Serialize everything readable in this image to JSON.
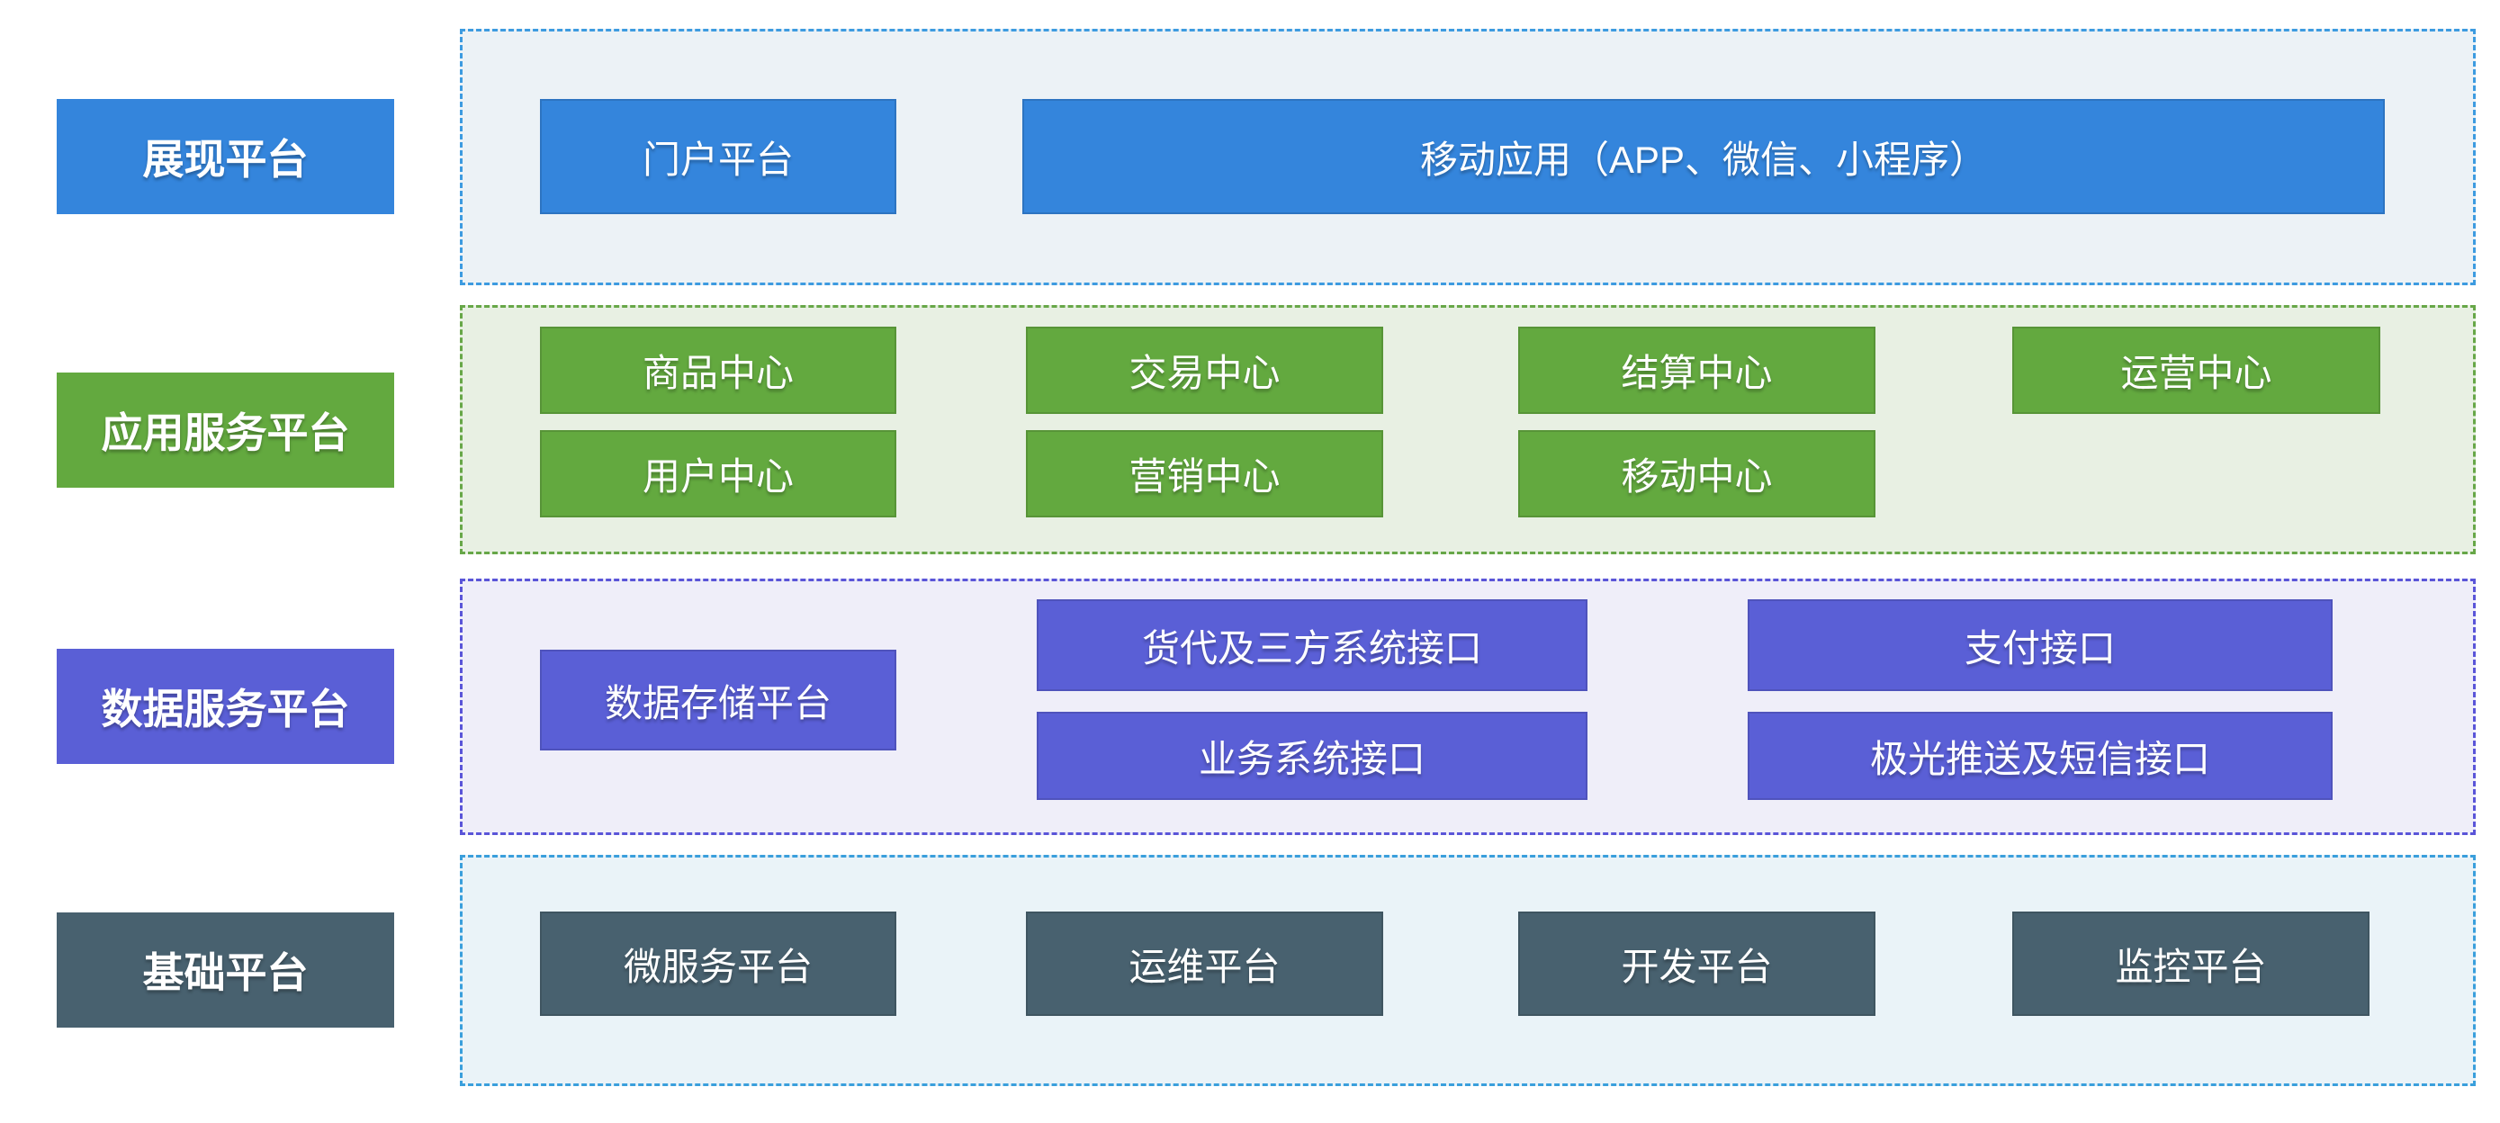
{
  "colors": {
    "blue": "#3485DC",
    "green": "#63A93F",
    "purple": "#5A5FD6",
    "slate": "#48616F",
    "c1_bg": "#ECF2F6",
    "c1_border": "#3D9BE0",
    "c2_bg": "#E8F0E3",
    "c2_border": "#67A748",
    "c3_bg": "#EFEEF9",
    "c3_border": "#5A55D8",
    "c4_bg": "#EAF3F8",
    "c4_border": "#3A9FDC"
  },
  "layers": {
    "presentation": {
      "label": "展现平台",
      "portal": "门户平台",
      "mobile_app": "移动应用（APP、微信、小程序）"
    },
    "application": {
      "label": "应用服务平台",
      "product_center": "商品中心",
      "trade_center": "交易中心",
      "settlement_center": "结算中心",
      "operation_center": "运营中心",
      "user_center": "用户中心",
      "marketing_center": "营销中心",
      "mobile_center": "移动中心"
    },
    "data_service": {
      "label": "数据服务平台",
      "data_storage": "数据存储平台",
      "forwarder_api": "货代及三方系统接口",
      "business_api": "业务系统接口",
      "payment_api": "支付接口",
      "jpush_sms_api": "极光推送及短信接口"
    },
    "base": {
      "label": "基础平台",
      "microservice": "微服务平台",
      "ops": "运维平台",
      "dev": "开发平台",
      "monitor": "监控平台"
    }
  }
}
